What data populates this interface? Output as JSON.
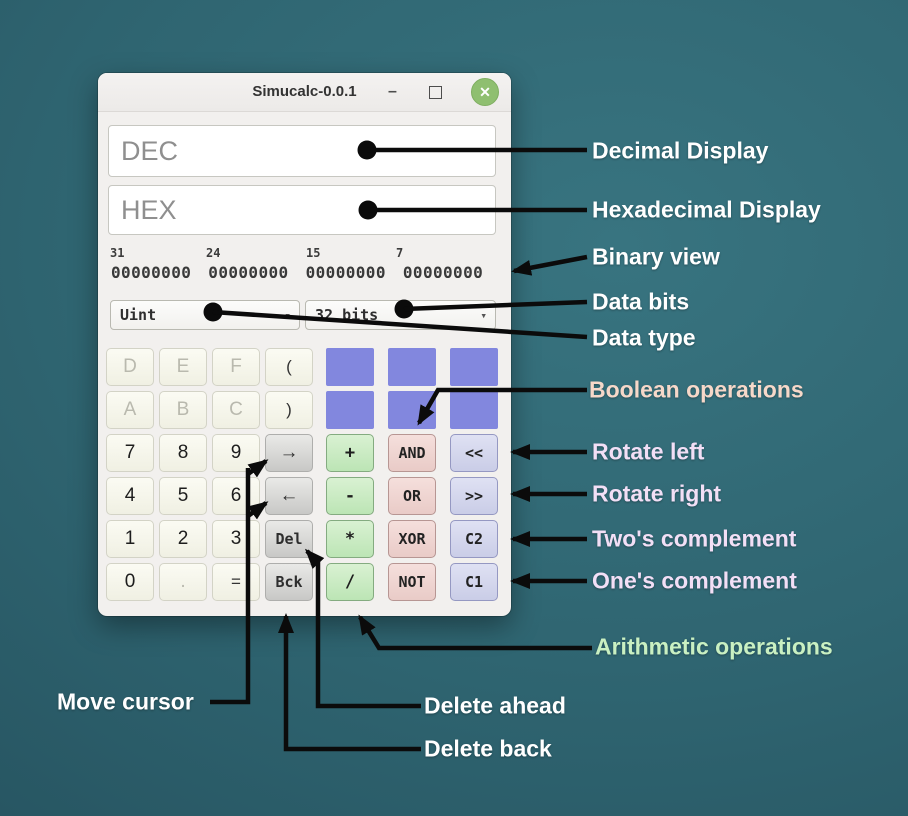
{
  "window": {
    "titlebar": {
      "title": "Simucalc-0.0.1",
      "minimize_glyph": "–",
      "close_glyph": "✕"
    },
    "displays": {
      "dec_placeholder": "DEC",
      "hex_placeholder": "HEX"
    },
    "binary_view": {
      "bit_labels": [
        "31",
        "24",
        "15",
        "7"
      ],
      "value": "00000000 00000000 00000000 00000000"
    },
    "selectors": {
      "data_type_value": "Uint",
      "data_bits_value": "32 bits",
      "caret": "▾"
    },
    "keypad": {
      "left": [
        "D",
        "E",
        "F",
        "(",
        "A",
        "B",
        "C",
        ")",
        "7",
        "8",
        "9",
        "→",
        "4",
        "5",
        "6",
        "←",
        "1",
        "2",
        "3",
        "Del",
        "0",
        ".",
        "=",
        "Bck"
      ],
      "right": [
        "+",
        "AND",
        "<<",
        "-",
        "OR",
        ">>",
        "*",
        "XOR",
        "C2",
        "/",
        "NOT",
        "C1"
      ]
    }
  },
  "annotations": {
    "decimal_display": {
      "label": "Decimal Display",
      "color": "#ffffff"
    },
    "hexadecimal_display": {
      "label": "Hexadecimal Display",
      "color": "#ffffff"
    },
    "binary_view": {
      "label": "Binary view",
      "color": "#ffffff"
    },
    "data_bits": {
      "label": "Data bits",
      "color": "#ffffff"
    },
    "data_type": {
      "label": "Data type",
      "color": "#ffffff"
    },
    "boolean_operations": {
      "label": "Boolean operations",
      "color": "#f6d8c9"
    },
    "rotate_left": {
      "label": "Rotate left",
      "color": "#f2dff6"
    },
    "rotate_right": {
      "label": "Rotate right",
      "color": "#f2dff6"
    },
    "twos_complement": {
      "label": "Two's complement",
      "color": "#f2dff6"
    },
    "ones_complement": {
      "label": "One's complement",
      "color": "#f2dff6"
    },
    "arithmetic_operations": {
      "label": "Arithmetic operations",
      "color": "#c9f0c2"
    },
    "move_cursor": {
      "label": "Move cursor",
      "color": "#ffffff"
    },
    "delete_ahead": {
      "label": "Delete ahead",
      "color": "#ffffff"
    },
    "delete_back": {
      "label": "Delete back",
      "color": "#ffffff"
    }
  },
  "colors": {
    "background_teal_light": "#387480",
    "background_teal_dark": "#234d5a",
    "window_background": "#f2f0ee",
    "close_button_green": "#8fbf70",
    "placeholder_key_purple": "#8287de",
    "arithmetic_key_green": "#c8ecc2",
    "boolean_key_pink": "#eed4d0",
    "rotate_key_lavender": "#d4d6ee",
    "annotation_line_black": "#0b0b0b"
  }
}
